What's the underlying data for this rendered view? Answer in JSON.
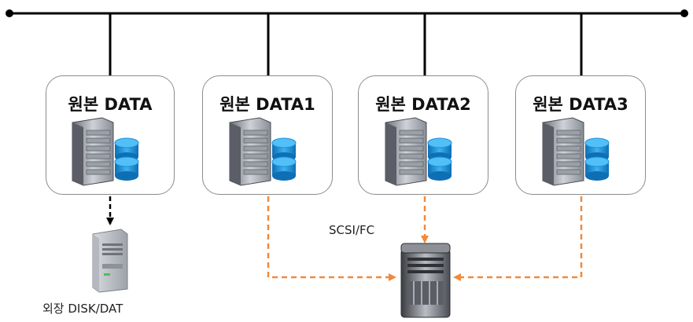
{
  "nodes": [
    {
      "title": "원본 DATA"
    },
    {
      "title": "원본 DATA1"
    },
    {
      "title": "원본 DATA2"
    },
    {
      "title": "원본 DATA3"
    }
  ],
  "labels": {
    "external_storage": "외장 DISK/DAT",
    "san_link": "SCSI/FC"
  },
  "colors": {
    "bus_line": "#000000",
    "box_border": "#8c8c8c",
    "dashed_link": "#f08a3c",
    "black_dashed_link": "#000000",
    "disk_blue": "#1a8fd8"
  },
  "icons": {
    "server": "server-rack-icon",
    "database": "database-cylinders-icon",
    "external_storage": "tower-server-icon",
    "storage_array": "storage-array-icon"
  }
}
